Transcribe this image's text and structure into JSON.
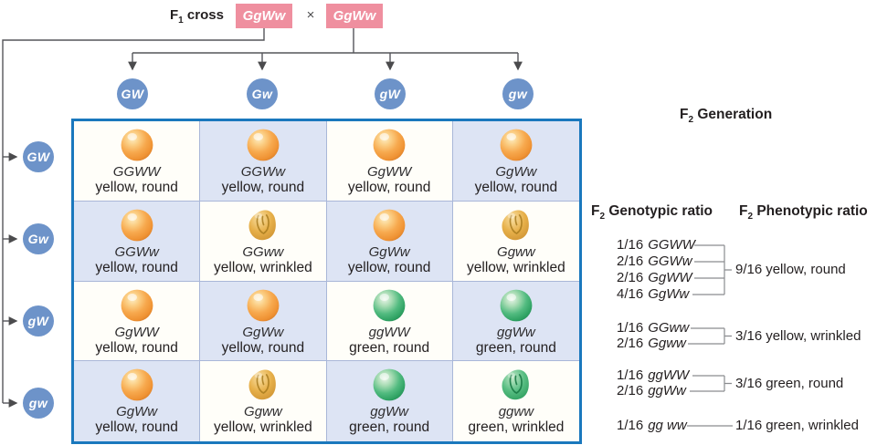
{
  "colors": {
    "parent_box_pink": "#ef8f9f",
    "gamete_blue": "#6d93c9",
    "table_border_blue": "#1a78bd",
    "cell_alt_blue": "#dde4f4",
    "pea_yellow": "#f7a94e",
    "pea_green": "#3eb674",
    "line_gray": "#55565a"
  },
  "f1": {
    "label": {
      "f": "F",
      "sub": "1",
      "rest": " cross"
    },
    "parent1": "GgWw",
    "times": "×",
    "parent2": "GgWw"
  },
  "gametes": {
    "columns": [
      "GW",
      "Gw",
      "gW",
      "gw"
    ],
    "rows": [
      "GW",
      "Gw",
      "gW",
      "gw"
    ]
  },
  "punnett": {
    "cells": [
      {
        "genotype": "GGWW",
        "phenotype": "yellow, round",
        "pea": "yellow-round",
        "pea_ref": "#pea-yellow-round"
      },
      {
        "genotype": "GGWw",
        "phenotype": "yellow, round",
        "pea": "yellow-round",
        "pea_ref": "#pea-yellow-round"
      },
      {
        "genotype": "GgWW",
        "phenotype": "yellow, round",
        "pea": "yellow-round",
        "pea_ref": "#pea-yellow-round"
      },
      {
        "genotype": "GgWw",
        "phenotype": "yellow, round",
        "pea": "yellow-round",
        "pea_ref": "#pea-yellow-round"
      },
      {
        "genotype": "GGWw",
        "phenotype": "yellow, round",
        "pea": "yellow-round",
        "pea_ref": "#pea-yellow-round"
      },
      {
        "genotype": "GGww",
        "phenotype": "yellow, wrinkled",
        "pea": "yellow-wrinkled",
        "pea_ref": "#pea-yellow-wrinkled"
      },
      {
        "genotype": "GgWw",
        "phenotype": "yellow, round",
        "pea": "yellow-round",
        "pea_ref": "#pea-yellow-round"
      },
      {
        "genotype": "Ggww",
        "phenotype": "yellow, wrinkled",
        "pea": "yellow-wrinkled",
        "pea_ref": "#pea-yellow-wrinkled"
      },
      {
        "genotype": "GgWW",
        "phenotype": "yellow, round",
        "pea": "yellow-round",
        "pea_ref": "#pea-yellow-round"
      },
      {
        "genotype": "GgWw",
        "phenotype": "yellow, round",
        "pea": "yellow-round",
        "pea_ref": "#pea-yellow-round"
      },
      {
        "genotype": "ggWW",
        "phenotype": "green, round",
        "pea": "green-round",
        "pea_ref": "#pea-green-round"
      },
      {
        "genotype": "ggWw",
        "phenotype": "green, round",
        "pea": "green-round",
        "pea_ref": "#pea-green-round"
      },
      {
        "genotype": "GgWw",
        "phenotype": "yellow, round",
        "pea": "yellow-round",
        "pea_ref": "#pea-yellow-round"
      },
      {
        "genotype": "Ggww",
        "phenotype": "yellow, wrinkled",
        "pea": "yellow-wrinkled",
        "pea_ref": "#pea-yellow-wrinkled"
      },
      {
        "genotype": "ggWw",
        "phenotype": "green, round",
        "pea": "green-round",
        "pea_ref": "#pea-green-round"
      },
      {
        "genotype": "ggww",
        "phenotype": "green, wrinkled",
        "pea": "green-wrinkled",
        "pea_ref": "#pea-green-wrinkled"
      }
    ]
  },
  "f2": {
    "generation": {
      "f": "F",
      "sub": "2",
      "rest": " Generation"
    },
    "genotypic_heading": {
      "f": "F",
      "sub": "2",
      "rest": " Genotypic ratio"
    },
    "phenotypic_heading": {
      "f": "F",
      "sub": "2",
      "rest": " Phenotypic ratio"
    },
    "groups": [
      {
        "genotypes": [
          {
            "fraction": "1/16",
            "genotype": "GGWW"
          },
          {
            "fraction": "2/16",
            "genotype": "GGWw"
          },
          {
            "fraction": "2/16",
            "genotype": "GgWW"
          },
          {
            "fraction": "4/16",
            "genotype": "GgWw"
          }
        ],
        "phenotype": {
          "fraction": "9/16",
          "label": "yellow, round"
        }
      },
      {
        "genotypes": [
          {
            "fraction": "1/16",
            "genotype": "GGww"
          },
          {
            "fraction": "2/16",
            "genotype": "Ggww"
          }
        ],
        "phenotype": {
          "fraction": "3/16",
          "label": "yellow, wrinkled"
        }
      },
      {
        "genotypes": [
          {
            "fraction": "1/16",
            "genotype": "ggWW"
          },
          {
            "fraction": "2/16",
            "genotype": "ggWw"
          }
        ],
        "phenotype": {
          "fraction": "3/16",
          "label": "green, round"
        }
      },
      {
        "genotypes": [
          {
            "fraction": "1/16",
            "genotype": "gg ww"
          }
        ],
        "phenotype": {
          "fraction": "1/16",
          "label": "green, wrinkled"
        }
      }
    ]
  }
}
